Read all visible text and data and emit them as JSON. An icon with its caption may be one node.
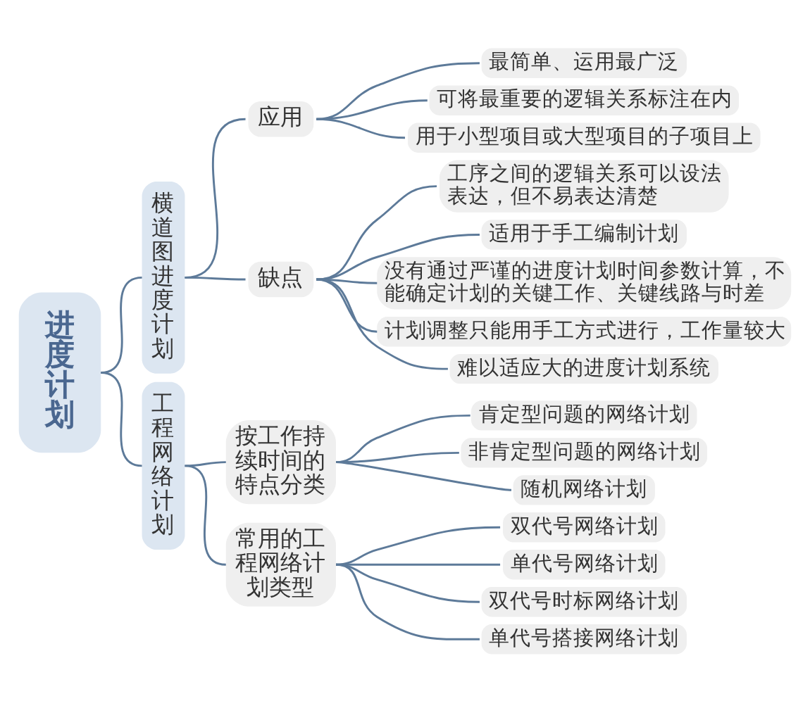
{
  "diagram": {
    "nodes": [
      {
        "text": [
          "进度计划"
        ]
      },
      {
        "text": [
          "横道图进度计划"
        ]
      },
      {
        "text": [
          "应用"
        ]
      },
      {
        "text": [
          "最简单、运用最广泛"
        ]
      },
      {
        "text": [
          "可将最重要的逻辑关系标注在内"
        ]
      },
      {
        "text": [
          "用于小型项目或大型项目的子项目上"
        ]
      },
      {
        "text": [
          "缺点"
        ]
      },
      {
        "text": [
          "工序之间的逻辑关系可以设法表达，但不易表达清楚"
        ]
      },
      {
        "text": [
          "适用于手工编制计划"
        ]
      },
      {
        "text": [
          "没有通过严谨的进度计划时间参数计算，不能确定计划的关键工作、关键线路与时差"
        ]
      },
      {
        "text": [
          "计划调整只能用手工方式进行，工作量较大"
        ]
      },
      {
        "text": [
          "难以适应大的进度计划系统"
        ]
      },
      {
        "text": [
          "工程网络计划"
        ]
      },
      {
        "text": [
          "按工作持续时间的特点分类"
        ]
      },
      {
        "text": [
          "肯定型问题的网络计划"
        ]
      },
      {
        "text": [
          "非肯定型问题的网络计划"
        ]
      },
      {
        "text": [
          "随机网络计划"
        ]
      },
      {
        "text": [
          "常用的工程网络计划类型"
        ]
      },
      {
        "text": [
          "双代号网络计划"
        ]
      },
      {
        "text": [
          "单代号网络计划"
        ]
      },
      {
        "text": [
          "双代号时标网络计划"
        ]
      },
      {
        "text": [
          "单代号搭接网络计划"
        ]
      }
    ],
    "edges": [
      {
        "from": 0,
        "to": 1,
        "arrow": "none"
      },
      {
        "from": 1,
        "to": 2,
        "arrow": "none"
      },
      {
        "from": 2,
        "to": 3,
        "arrow": "none"
      },
      {
        "from": 2,
        "to": 4,
        "arrow": "none"
      },
      {
        "from": 2,
        "to": 5,
        "arrow": "none"
      },
      {
        "from": 1,
        "to": 6,
        "arrow": "none"
      },
      {
        "from": 6,
        "to": 7,
        "arrow": "none"
      },
      {
        "from": 6,
        "to": 8,
        "arrow": "none"
      },
      {
        "from": 6,
        "to": 9,
        "arrow": "none"
      },
      {
        "from": 6,
        "to": 10,
        "arrow": "none"
      },
      {
        "from": 6,
        "to": 11,
        "arrow": "none"
      },
      {
        "from": 0,
        "to": 12,
        "arrow": "none"
      },
      {
        "from": 12,
        "to": 13,
        "arrow": "none"
      },
      {
        "from": 13,
        "to": 14,
        "arrow": "none"
      },
      {
        "from": 13,
        "to": 15,
        "arrow": "none"
      },
      {
        "from": 13,
        "to": 16,
        "arrow": "none"
      },
      {
        "from": 12,
        "to": 17,
        "arrow": "none"
      },
      {
        "from": 17,
        "to": 18,
        "arrow": "none"
      },
      {
        "from": 17,
        "to": 19,
        "arrow": "none"
      },
      {
        "from": 17,
        "to": 20,
        "arrow": "none"
      },
      {
        "from": 17,
        "to": 21,
        "arrow": "none"
      }
    ]
  }
}
